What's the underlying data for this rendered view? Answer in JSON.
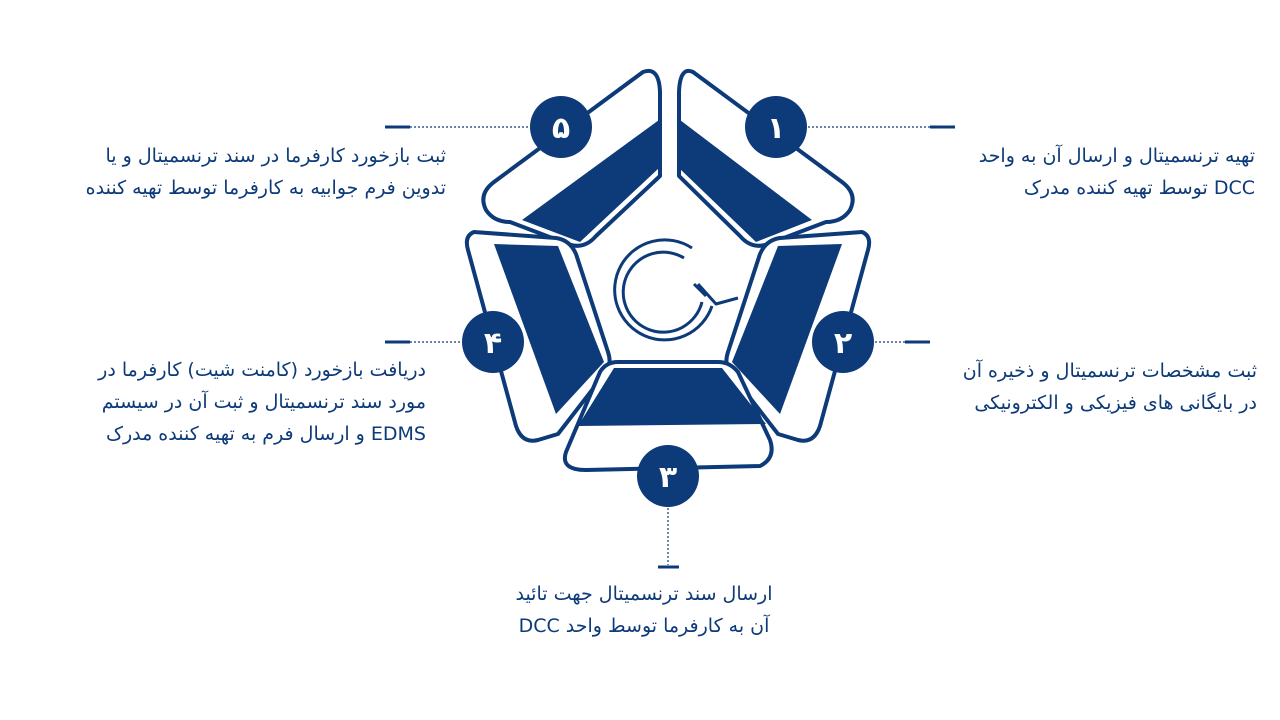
{
  "steps": [
    {
      "number": "۱",
      "lines": [
        "تهیه ترنسمیتال و ارسال آن به واحد",
        "DCC توسط تهیه کننده مدرک"
      ]
    },
    {
      "number": "۲",
      "lines": [
        "ثبت مشخصات ترنسمیتال و ذخیره آن",
        "در بایگانی های فیزیکی و الکترونیکی"
      ]
    },
    {
      "number": "۳",
      "lines": [
        "ارسال سند ترنسمیتال جهت تائید",
        "آن به کارفرما توسط واحد  DCC"
      ]
    },
    {
      "number": "۴",
      "lines": [
        "دریافت بازخورد (کامنت شیت) کارفرما در",
        "مورد سند ترنسمیتال و ثبت آن در سیستم",
        "EDMS و ارسال فرم به تهیه کننده مدرک"
      ]
    },
    {
      "number": "۵",
      "lines": [
        "ثبت بازخورد کارفرما در سند ترنسمیتال و یا",
        "تدوین فرم جوابیه به کارفرما توسط تهیه کننده"
      ]
    }
  ],
  "colors": {
    "primary": "#0d3a78",
    "background": "#ffffff"
  },
  "center_icon": "cycle-arrow-icon"
}
